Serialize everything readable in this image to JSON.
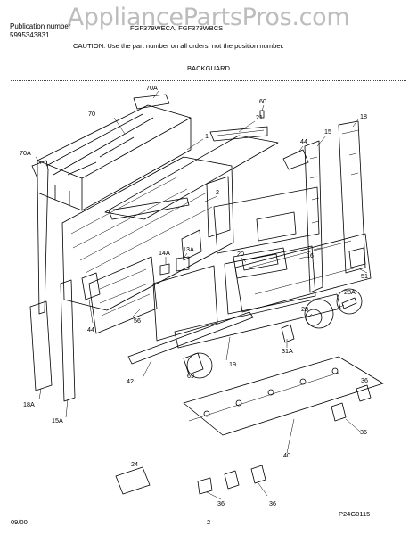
{
  "watermark": "AppliancePartsPros.com",
  "header": {
    "publication_label": "Publication number",
    "publication_number": "5995343831",
    "model_line": "FGF379WECA, FGF379WBCS",
    "caution": "CAUTION:  Use the part number on all orders, not the position number."
  },
  "section_title": "BACKGUARD",
  "callouts": [
    "70A",
    "60",
    "70",
    "21",
    "1",
    "15",
    "18",
    "44",
    "70A",
    "2",
    "14A",
    "13A",
    "20",
    "16",
    "51",
    "28A",
    "28",
    "56",
    "44",
    "19",
    "31A",
    "69",
    "42",
    "18A",
    "15A",
    "36",
    "36",
    "40",
    "24",
    "36",
    "36"
  ],
  "footer": {
    "diagram_id": "P24G0115",
    "date": "09/00",
    "page": "2"
  }
}
